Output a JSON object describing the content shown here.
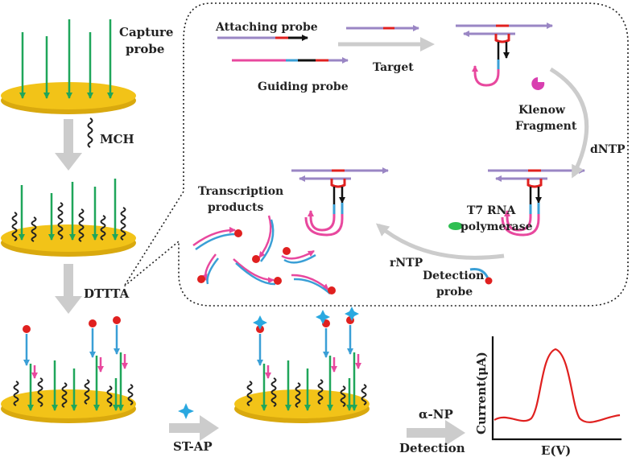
{
  "labels": {
    "capture_line1": "Capture",
    "capture_line2": "probe",
    "mch": "MCH",
    "dttta": "DTTTA",
    "st_ap": "ST-AP",
    "alpha_np": "α-NP",
    "detection": "Detection",
    "attaching_probe": "Attaching probe",
    "guiding_probe": "Guiding probe",
    "target": "Target",
    "klenow_line1": "Klenow",
    "klenow_line2": "Fragment",
    "dntp": "dNTP",
    "t7_line1": "T7 RNA",
    "t7_line2": "polymerase",
    "rntp": "rNTP",
    "detection_probe_line1": "Detection",
    "detection_probe_line2": "probe",
    "transcription_line1": "Transcription",
    "transcription_line2": "products",
    "y_axis": "Current(μA)",
    "x_axis": "E(V)"
  },
  "colors": {
    "electrode": "#f2c318",
    "electrode_edge": "#d9a90e",
    "capture_probe": "#1fa65a",
    "mch": "#222222",
    "pink_strand": "#e8489e",
    "blue_strand": "#3a9fd6",
    "purple_strand": "#9a86c4",
    "red_marker": "#e0201f",
    "label_dot": "#e0201f",
    "arrow_gray": "#cccccc",
    "peak_curve": "#e0201f",
    "st_icon": "#2aa8e0",
    "ap_icon": "#5a2a8c",
    "klenow_icon": "#d83fb0",
    "t7_icon": "#2fbf52"
  }
}
